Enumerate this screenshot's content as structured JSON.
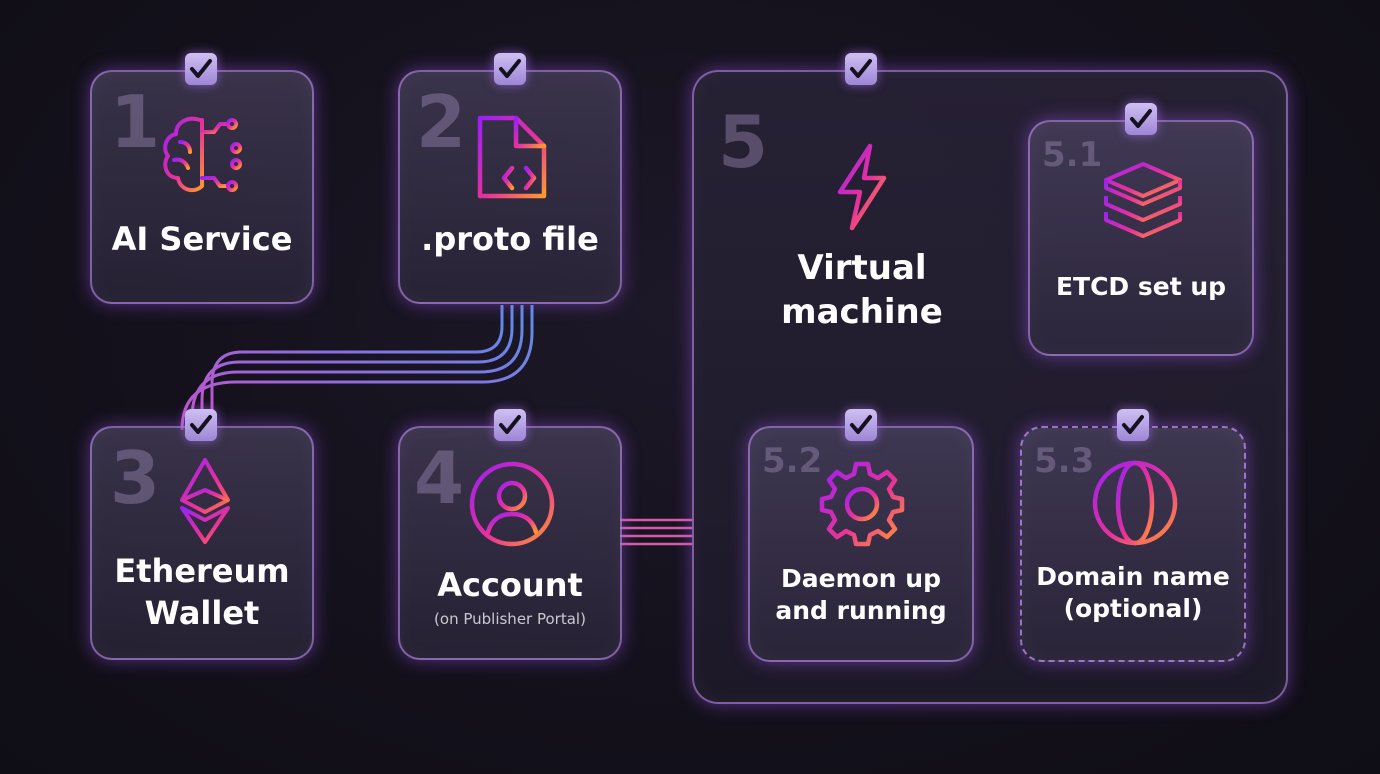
{
  "steps": [
    {
      "number": "1",
      "label": "AI Service",
      "icon": "brain-circuit-icon",
      "checked": true
    },
    {
      "number": "2",
      "label": ".proto file",
      "icon": "code-file-icon",
      "checked": true
    },
    {
      "number": "3",
      "label_line1": "Ethereum",
      "label_line2": "Wallet",
      "icon": "ethereum-icon",
      "checked": true
    },
    {
      "number": "4",
      "label": "Account",
      "sublabel": "(on Publisher Portal)",
      "icon": "user-circle-icon",
      "checked": true
    },
    {
      "number": "5",
      "label_line1": "Virtual",
      "label_line2": "machine",
      "icon": "lightning-bolt-icon",
      "checked": true
    }
  ],
  "substeps": [
    {
      "number": "5.1",
      "label": "ETCD set up",
      "icon": "layers-stack-icon",
      "checked": true
    },
    {
      "number": "5.2",
      "label_line1": "Daemon up",
      "label_line2": "and running",
      "icon": "gear-icon",
      "checked": true
    },
    {
      "number": "5.3",
      "label_line1": "Domain name",
      "label_line2": "(optional)",
      "icon": "globe-icon",
      "checked": true,
      "dashed": true
    }
  ],
  "colors": {
    "gradient_start": "#a020f0",
    "gradient_mid": "#e0308a",
    "gradient_end": "#ff8a30",
    "card_border": "#c896ff",
    "checkbox": "#b5a0e6"
  }
}
